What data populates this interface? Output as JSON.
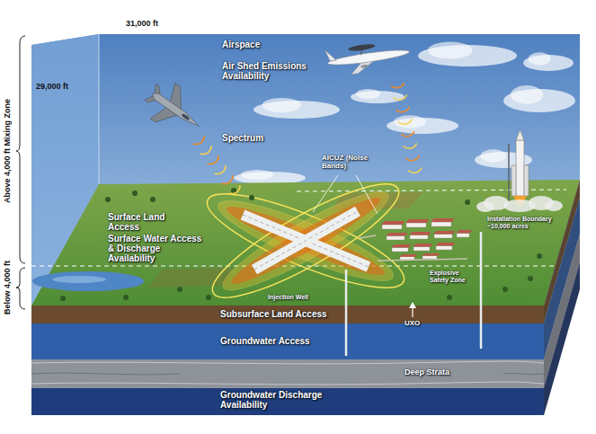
{
  "diagram": {
    "labels": [
      "31,000 ft",
      "29,000 ft",
      "Above 4,000 ft Mixing Zone",
      "Below 4,000 ft",
      "Airspace",
      "Air Shed Emissions Availability",
      "Spectrum",
      "AICUZ (Noise Bands)",
      "Surface Land Access",
      "Surface Water Access & Discharge Availability",
      "Installation Boundary ~10,000 acres",
      "Injection Well",
      "Explosive Safety Zone",
      "Subsurface Land Access",
      "Groundwater Access",
      "UXO",
      "Deep Strata",
      "Groundwater Discharge Availability"
    ]
  }
}
